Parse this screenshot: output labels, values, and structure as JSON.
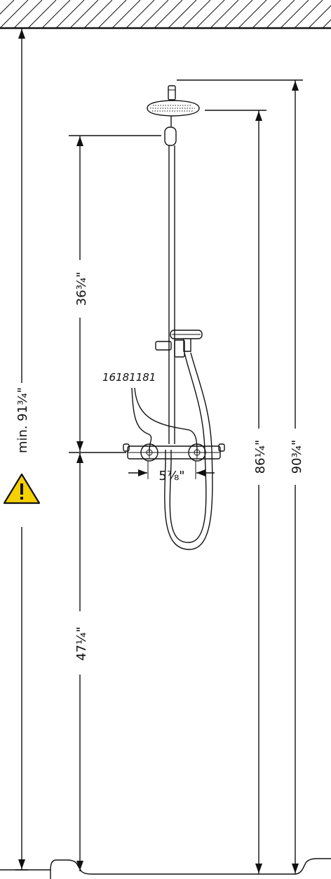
{
  "colors": {
    "line": "#111111",
    "warning_fill": "#f5d000",
    "background": "#ffffff"
  },
  "dimensions": {
    "min_total": "min. 91¾\"",
    "head_to_mixer": "36¾\"",
    "mixer_height": "47¼\"",
    "inlet_spacing": "5⅞\"",
    "rail_height": "86¼\"",
    "total_height": "90¾\""
  },
  "part_number": "16181181",
  "icons": {
    "warning": "warning-triangle-icon"
  }
}
